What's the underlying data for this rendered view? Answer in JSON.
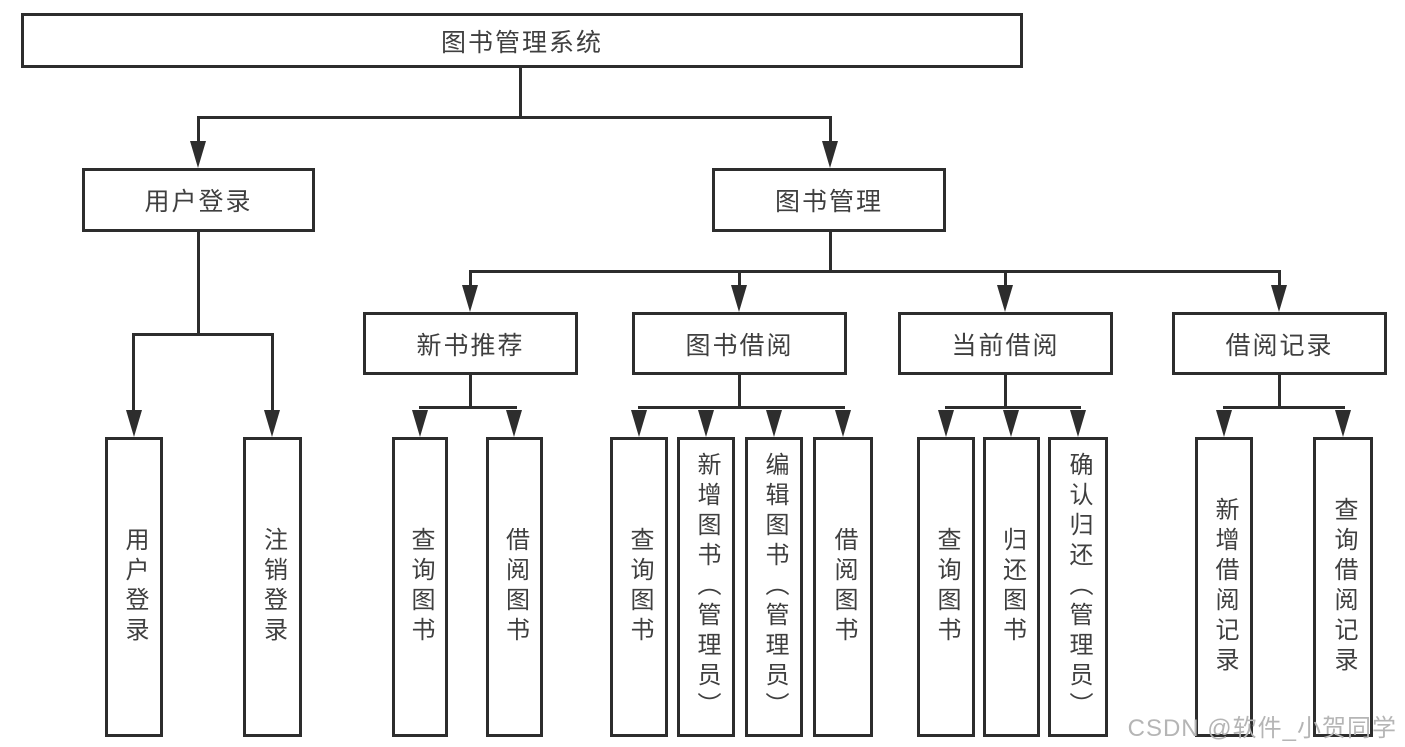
{
  "diagram": {
    "root": {
      "label": "图书管理系统"
    },
    "level2": [
      {
        "label": "用户登录"
      },
      {
        "label": "图书管理"
      }
    ],
    "level3": [
      {
        "label": "新书推荐"
      },
      {
        "label": "图书借阅"
      },
      {
        "label": "当前借阅"
      },
      {
        "label": "借阅记录"
      }
    ],
    "leaves": {
      "user_login": [
        "用户登录",
        "注销登录"
      ],
      "new_book_recommend": [
        "查询图书",
        "借阅图书"
      ],
      "book_borrow": [
        "查询图书",
        "新增图书（管理员）",
        "编辑图书（管理员）",
        "借阅图书"
      ],
      "current_borrow": [
        "查询图书",
        "归还图书",
        "确认归还（管理员）"
      ],
      "borrow_records": [
        "新增借阅记录",
        "查询借阅记录"
      ]
    }
  },
  "watermark": {
    "text": "CSDN @软件_小贺同学"
  },
  "colors": {
    "line": "#2d2d2d",
    "text": "#3f3f3f",
    "background": "#ffffff",
    "watermark": "#b5b5b5"
  }
}
